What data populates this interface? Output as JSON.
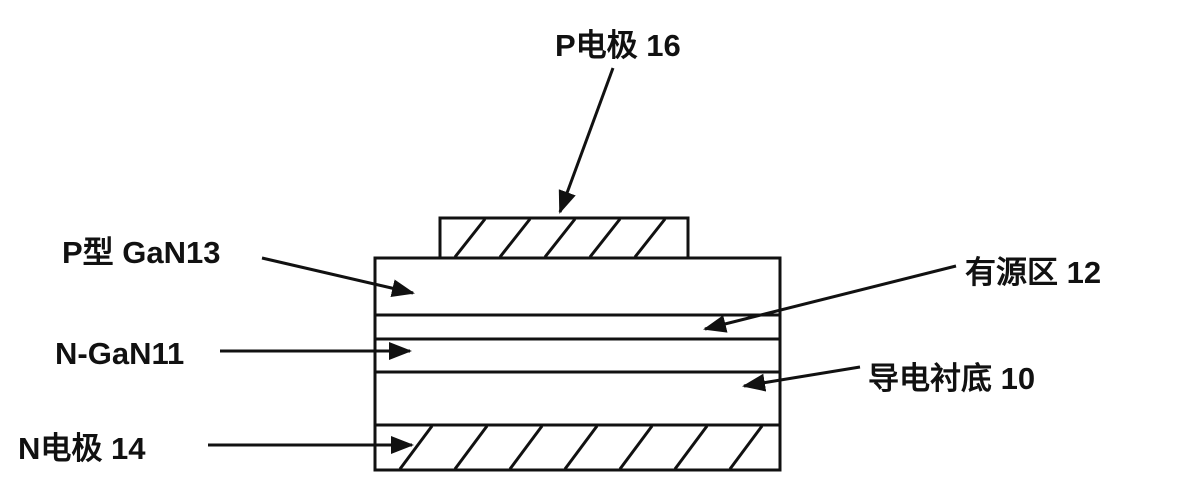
{
  "diagram": {
    "title": "LED layered semiconductor structure (patent figure)",
    "labels": {
      "p_electrode": "P电极 16",
      "p_gan": "P型 GaN13",
      "active_region": "有源区 12",
      "n_gan": "N-GaN11",
      "substrate": "导电衬底 10",
      "n_electrode": "N电极 14"
    },
    "colors": {
      "line": "#111111",
      "background": "#ffffff"
    }
  }
}
